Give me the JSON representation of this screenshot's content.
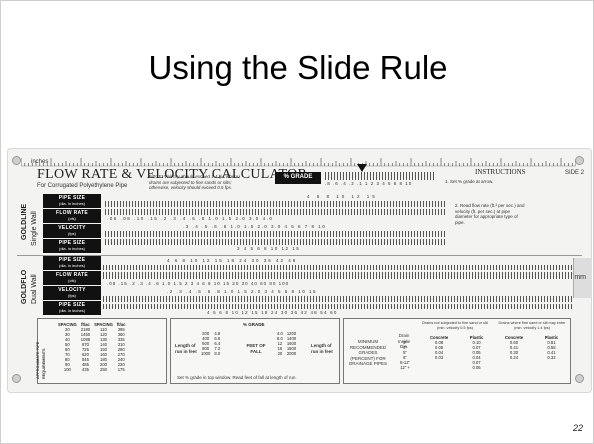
{
  "slide": {
    "title": "Using the Slide Rule",
    "page_number": "22"
  },
  "rule": {
    "inches_label": "inches",
    "brand": "FLOW RATE & VELOCITY CALCULATOR",
    "subbrand": "For Corrugated Polyethylene Pipe",
    "note": "NOTE: Velocity should exceed 1.4 fps where drains are subjected to fine sands or silts; otherwise, velocity should exceed 0.5 fps.",
    "pct_grade_box": "% GRADE",
    "instructions_title": "INSTRUCTIONS",
    "instruction_1": "1. Set % grade at arrow.",
    "instruction_2": "2. Read flow rate (ft.³ per sec.) and velocity (ft. per sec.) at pipe diameter for appropriate type of pipe.",
    "side_label": "SIDE 2",
    "mm_label": "mm",
    "goldline_label": "GOLDLINE",
    "goldline_sub": "Single Wall",
    "goldflo_label": "GOLDFLO",
    "goldflo_sub": "Dual Wall",
    "goldline_rows": [
      {
        "title": "PIPE SIZE",
        "sub": "(dia. in inches)"
      },
      {
        "title": "FLOW RATE",
        "sub": "(cfs)"
      },
      {
        "title": "VELOCITY",
        "sub": "(fps)"
      },
      {
        "title": "PIPE SIZE",
        "sub": "(dia. in inches)"
      }
    ],
    "goldflo_rows": [
      {
        "title": "PIPE SIZE",
        "sub": "(dia. in inches)"
      },
      {
        "title": "FLOW RATE",
        "sub": "(cfs)"
      },
      {
        "title": "VELOCITY",
        "sub": "(fps)"
      },
      {
        "title": "PIPE SIZE",
        "sub": "(dia. in inches)"
      }
    ],
    "grade_scale_nums": ".8 .6 .4 .2 .1   1  2  3  4  5  6  8  10",
    "gl_size_nums": "4      6      8      10      12  15",
    "gl_flow_nums": ".06 .08  .10  .15  .2  .3  .4  .6  .8  1.0  1.5  2.0  3.0  4.0",
    "gl_vel_nums": ".3  .4  .5  .6  .8  1.0  1.5  2.0  3.0  4  5  6  7  8  10",
    "gl_size2_nums": "3      4      5      6      8      10      12      15",
    "gf_size_nums": "4   6   8   10   12   15   18   24   30   36   42   48",
    "gf_flow_nums": ".08 .15 .2 .3 .4 .6 1.0 1.5 2 3 4 6 8 10 15 20 30 40 60 80 100",
    "gf_vel_nums": ".2  .3  .4  .5  .6  .8  1.0  1.5  2.0  3  4  5  6  8  10  15",
    "gf_size2_nums": "4 5 6 8 10 12 15 18 24 30 36 42 48 54 60"
  },
  "spacing_table": {
    "side_label": "APPROXIMATE PIPE REQUIREMENTS",
    "headers": [
      "SPACING",
      "ft/ac",
      "SPACING",
      "ft/ac"
    ],
    "rows": [
      [
        "20",
        "2180",
        "110",
        "395"
      ],
      [
        "30",
        "1450",
        "120",
        "360"
      ],
      [
        "40",
        "1089",
        "130",
        "335"
      ],
      [
        "50",
        "870",
        "140",
        "310"
      ],
      [
        "60",
        "725",
        "150",
        "290"
      ],
      [
        "70",
        "620",
        "160",
        "270"
      ],
      [
        "80",
        "545",
        "180",
        "240"
      ],
      [
        "90",
        "485",
        "200",
        "220"
      ],
      [
        "100",
        "435",
        "250",
        "175"
      ]
    ]
  },
  "fall_table": {
    "header": "% GRADE",
    "left_label": "Length of run in feet",
    "center_label": "FEET OF FALL",
    "right_label": "Length of run in feet",
    "left_rows": [
      [
        "200",
        "4.8"
      ],
      [
        "400",
        "5.6"
      ],
      [
        "600",
        "6.4"
      ],
      [
        "800",
        "7.2"
      ],
      [
        "1000",
        "8.0"
      ]
    ],
    "right_rows": [
      [
        "4.0",
        "1200"
      ],
      [
        "8.0",
        "1400"
      ],
      [
        "12",
        "1600"
      ],
      [
        "16",
        "1800"
      ],
      [
        "20",
        "2000"
      ]
    ],
    "footer": "Set % grade in top window. Read feet of fall at length of run."
  },
  "min_grades": {
    "label": "MINIMUM RECOMMENDED GRADES (PERCENT) FOR DRAINAGE PIPES",
    "col_drain": "Drain Inside Dia.",
    "col_not_subj": "Drains not subjected to fine sand or silt (min. velocity 0.5 fps)",
    "col_subj": "Drains where fine sand or silt may enter (min. velocity 1.4 fps)",
    "sub_headers": [
      "Concrete",
      "Plastic",
      "Concrete",
      "Plastic"
    ],
    "rows": [
      [
        "3\"",
        "0.08",
        "0.10",
        "0.60",
        "0.81"
      ],
      [
        "4\"",
        "0.05",
        "0.07",
        "0.41",
        "0.55"
      ],
      [
        "5\"",
        "0.04",
        "0.05",
        "0.30",
        "0.41"
      ],
      [
        "6\"",
        "0.03",
        "0.04",
        "0.24",
        "0.32"
      ],
      [
        "8-12\"",
        "",
        "0.07",
        "",
        ""
      ],
      [
        "12\" +",
        "",
        "0.05",
        "",
        ""
      ]
    ]
  }
}
